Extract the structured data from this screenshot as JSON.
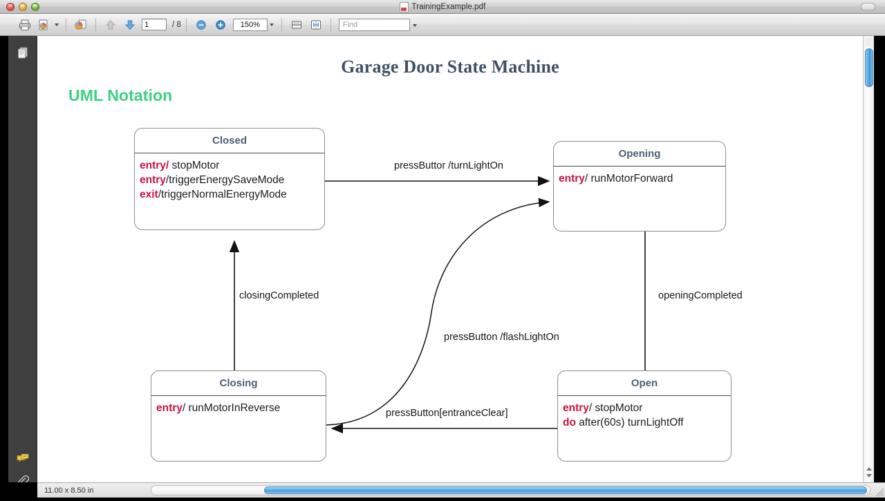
{
  "window": {
    "title": "TrainingExample.pdf",
    "traffic_lights": [
      "close",
      "minimize",
      "zoom"
    ]
  },
  "toolbar": {
    "print_icon": "printer-icon",
    "save_icon": "save-as-icon",
    "tools_icon": "tools-icon",
    "prev_page_icon": "arrow-up-icon",
    "next_page_icon": "arrow-down-icon",
    "page_number": "1",
    "page_total": "/ 8",
    "zoom_out_icon": "zoom-out-icon",
    "zoom_in_icon": "zoom-in-icon",
    "zoom_level": "150%",
    "fit_width_icon": "fit-width-icon",
    "fit_page_icon": "fit-page-icon",
    "find_placeholder": "Find",
    "find_value": ""
  },
  "sidebar": {
    "items": [
      {
        "name": "pages-panel",
        "icon": "pages-icon"
      },
      {
        "name": "comments-panel",
        "icon": "comment-icon"
      },
      {
        "name": "attachments-panel",
        "icon": "paperclip-icon"
      }
    ]
  },
  "document": {
    "title": "Garage Door State Machine",
    "subtitle": "UML Notation",
    "title_color": "#3f5163",
    "subtitle_color": "#3dd07f",
    "keyword_color": "#cc1144",
    "state_name_color": "#4c6075",
    "states": [
      {
        "id": "closed",
        "name": "Closed",
        "actions": [
          {
            "keyword": "entry",
            "sep": "/",
            "text": " stopMotor"
          },
          {
            "keyword": "entry",
            "sep": "/",
            "text": "triggerEnergySaveMode"
          },
          {
            "keyword": "exit",
            "sep": "/",
            "text": "triggerNormalEnergyMode"
          }
        ]
      },
      {
        "id": "opening",
        "name": "Opening",
        "actions": [
          {
            "keyword": "entry",
            "sep": "/",
            "text": " runMotorForward"
          }
        ]
      },
      {
        "id": "closing",
        "name": "Closing",
        "actions": [
          {
            "keyword": "entry",
            "sep": "/",
            "text": " runMotorInReverse"
          }
        ]
      },
      {
        "id": "open",
        "name": "Open",
        "actions": [
          {
            "keyword": "entry",
            "sep": "/",
            "text": " stopMotor"
          },
          {
            "keyword": "do",
            "sep": "",
            "text": " after(60s) turnLightOff"
          }
        ]
      }
    ],
    "transitions": [
      {
        "id": "closed-to-opening",
        "label": "pressButtor /turnLightOn",
        "from": "Closed",
        "to": "Opening"
      },
      {
        "id": "closing-to-closed",
        "label": "closingCompleted",
        "from": "Closing",
        "to": "Closed"
      },
      {
        "id": "closing-to-opening",
        "label": "pressButton /flashLightOn",
        "from": "Closing",
        "to": "Opening"
      },
      {
        "id": "opening-to-open",
        "label": "openingCompleted",
        "from": "Opening",
        "to": "Open"
      },
      {
        "id": "open-to-closing",
        "label": "pressButton[entranceClear]",
        "from": "Open",
        "to": "Closing"
      }
    ]
  },
  "status": {
    "page_dimensions": "11.00 x 8.50 in"
  }
}
